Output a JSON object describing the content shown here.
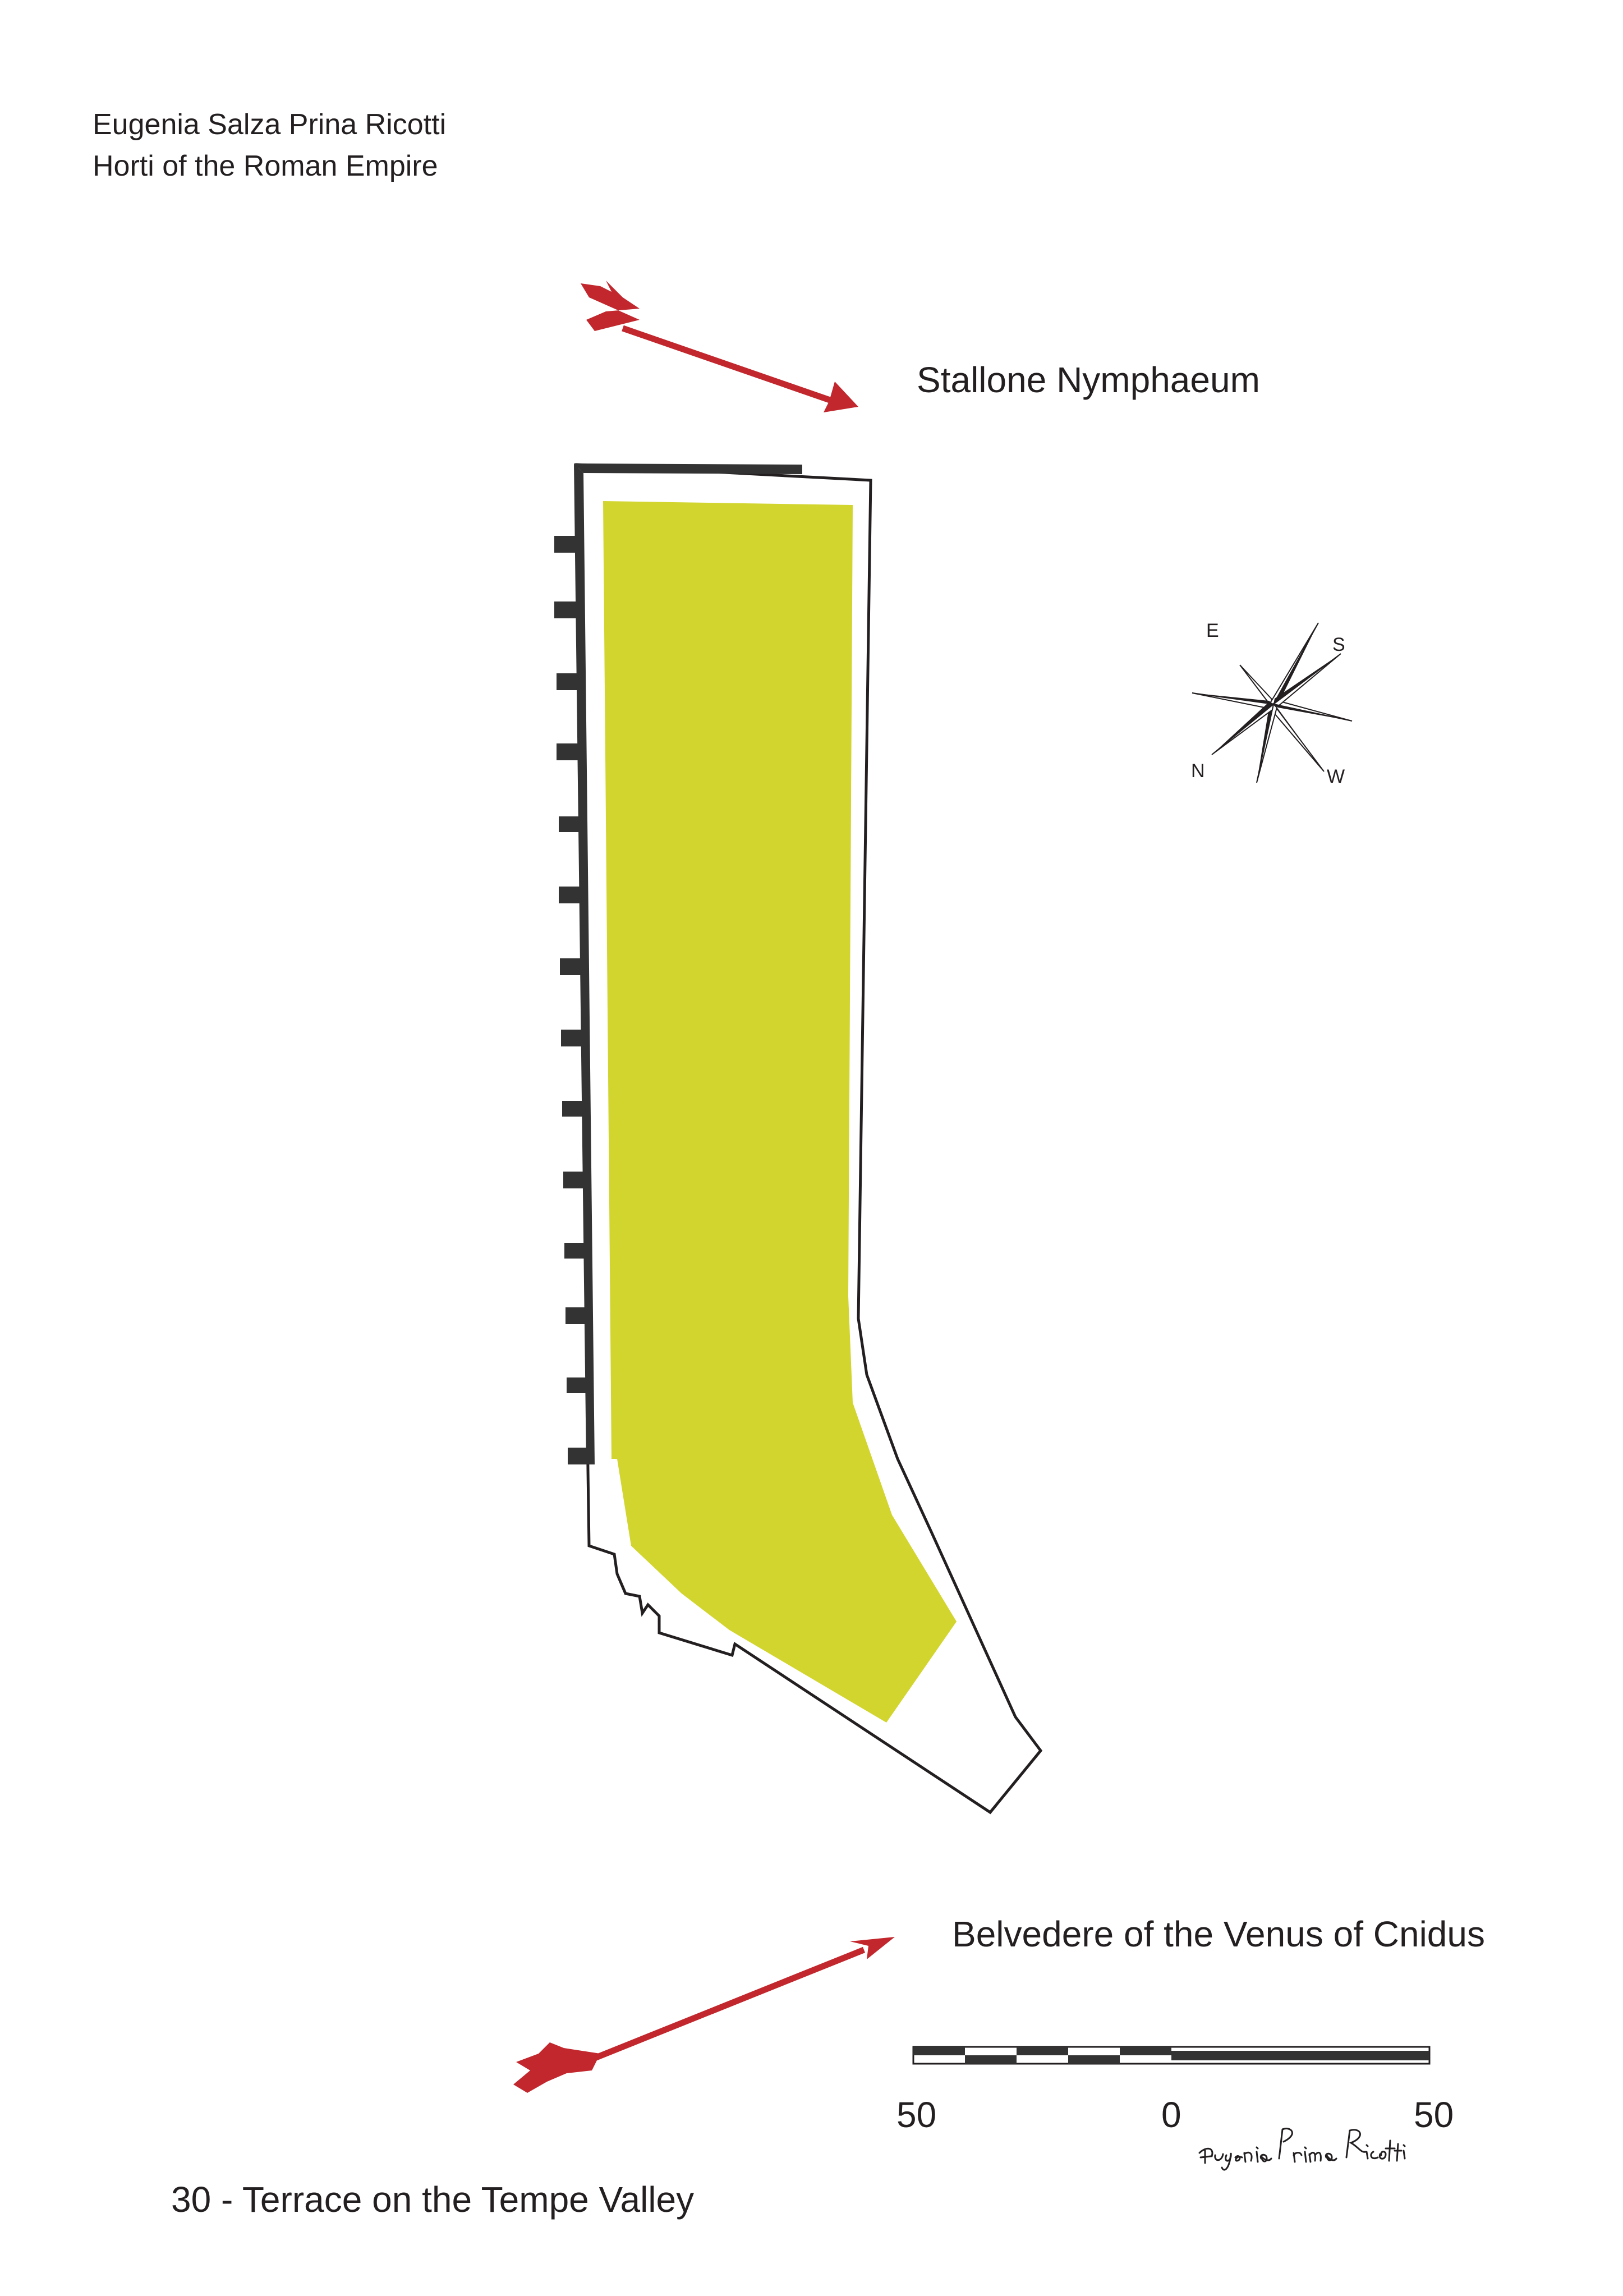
{
  "header": {
    "author": "Eugenia Salza Prina Ricotti",
    "book": "Horti of the Roman Empire"
  },
  "labels": {
    "top_arrow": "Stallone Nymphaeum",
    "bottom_arrow": "Belvedere of the Venus of Cnidus"
  },
  "compass": {
    "e": "E",
    "s": "S",
    "n": "N",
    "w": "W"
  },
  "scale": {
    "left": "50",
    "center": "0",
    "right": "50"
  },
  "caption": "30 - Terrace on the Tempe Valley",
  "signature": "Eugenia Prima Ricotti",
  "colors": {
    "terrace_fill": "#d2d52e",
    "arrow": "#c1272d",
    "ink": "#231f20",
    "wall": "#333333"
  }
}
